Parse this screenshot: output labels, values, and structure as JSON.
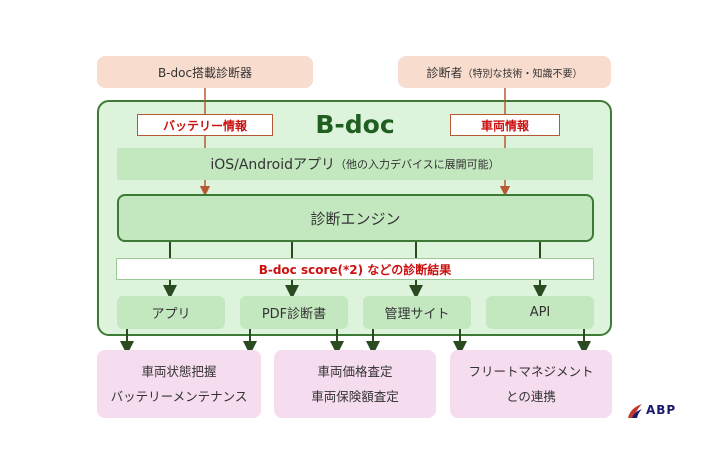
{
  "top": {
    "left_label": "B-doc搭載診断器",
    "right_label": "診断者",
    "right_note": "（特別な技術・知識不要）"
  },
  "main": {
    "title": "B-doc",
    "battery_label": "バッテリー情報",
    "vehicle_label": "車両情報",
    "app_label": "iOS/Androidアプリ",
    "app_note": "（他の入力デバイスに展開可能）",
    "engine_label": "診断エンジン",
    "score_label": "B-doc score(*2) などの診断結果",
    "outputs": [
      "アプリ",
      "PDF診断書",
      "管理サイト",
      "API"
    ]
  },
  "bottom": [
    {
      "line1": "車両状態把握",
      "line2": "バッテリーメンテナンス"
    },
    {
      "line1": "車両価格査定",
      "line2": "車両保険額査定"
    },
    {
      "line1": "フリートマネジメント",
      "line2": "との連携"
    }
  ],
  "logo": {
    "text": "ABP"
  },
  "colors": {
    "green_frame": "#3d7a35",
    "green_fill": "#c3e8c0",
    "bg_green": "#ddf3dc",
    "peach": "#f8dccd",
    "pink": "#f6dcef",
    "red_text": "#cc1111",
    "brown_arrow": "#b55a34",
    "dark_arrow": "#2a4a1f"
  }
}
